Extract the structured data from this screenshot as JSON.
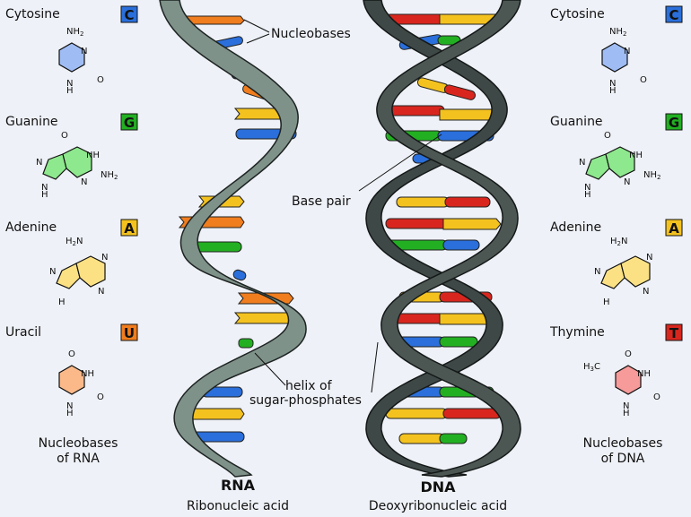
{
  "rna": {
    "title": "RNA",
    "subtitle": "Ribonucleic acid",
    "caption_line1": "Nucleobases",
    "caption_line2": "of RNA",
    "bases": [
      {
        "name": "Cytosine",
        "letter": "C",
        "color": "#2a6fdb"
      },
      {
        "name": "Guanine",
        "letter": "G",
        "color": "#22b022"
      },
      {
        "name": "Adenine",
        "letter": "A",
        "color": "#f4c21f"
      },
      {
        "name": "Uracil",
        "letter": "U",
        "color": "#f07d1e"
      }
    ]
  },
  "dna": {
    "title": "DNA",
    "subtitle": "Deoxyribonucleic acid",
    "caption_line1": "Nucleobases",
    "caption_line2": "of DNA",
    "bases": [
      {
        "name": "Cytosine",
        "letter": "C",
        "color": "#2a6fdb"
      },
      {
        "name": "Guanine",
        "letter": "G",
        "color": "#22b022"
      },
      {
        "name": "Adenine",
        "letter": "A",
        "color": "#f4c21f"
      },
      {
        "name": "Thymine",
        "letter": "T",
        "color": "#d8261e"
      }
    ]
  },
  "annotations": {
    "nucleobases": "Nucleobases",
    "base_pair": "Base pair",
    "helix_line1": "helix of",
    "helix_line2": "sugar-phosphates"
  },
  "molecule_fills": {
    "cytosine": "#9fbcf4",
    "guanine": "#8ee88e",
    "adenine": "#fbe184",
    "uracil": "#fbb98a",
    "thymine": "#f79a9a"
  },
  "strand_colors": {
    "rna_backbone": "#7f928a",
    "dna_backbone": "#3e4846"
  }
}
